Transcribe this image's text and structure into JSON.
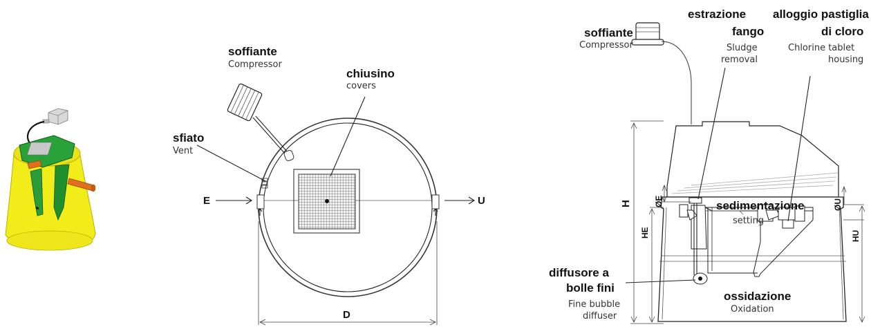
{
  "iso_view": {},
  "top_view": {
    "compressor": {
      "it": "soffiante",
      "en": "Compressor"
    },
    "covers": {
      "it": "chiusino",
      "en": "covers"
    },
    "vent": {
      "it": "sfiato",
      "en": "Vent"
    },
    "inlet": "E",
    "outlet": "U",
    "diameter": "D"
  },
  "section_view": {
    "compressor": {
      "it": "soffiante",
      "en": "Compressor"
    },
    "sludge": {
      "it1": "estrazione",
      "it2": "fango",
      "en1": "Sludge",
      "en2": "removal"
    },
    "chlorine": {
      "it1": "alloggio pastiglia",
      "it2": "di cloro",
      "en1": "Chlorine tablet",
      "en2": "housing"
    },
    "settling": {
      "it": "sedimentazione",
      "en": "setting"
    },
    "oxidation": {
      "it": "ossidazione",
      "en": "Oxidation"
    },
    "diffuser": {
      "it1": "diffusore a",
      "it2": "bolle fini",
      "en1": "Fine bubble",
      "en2": "diffuser"
    },
    "dim_h": "H",
    "dim_he": "HE",
    "dim_hu": "HU",
    "dim_oe": "ØE",
    "dim_ou": "ØU"
  }
}
